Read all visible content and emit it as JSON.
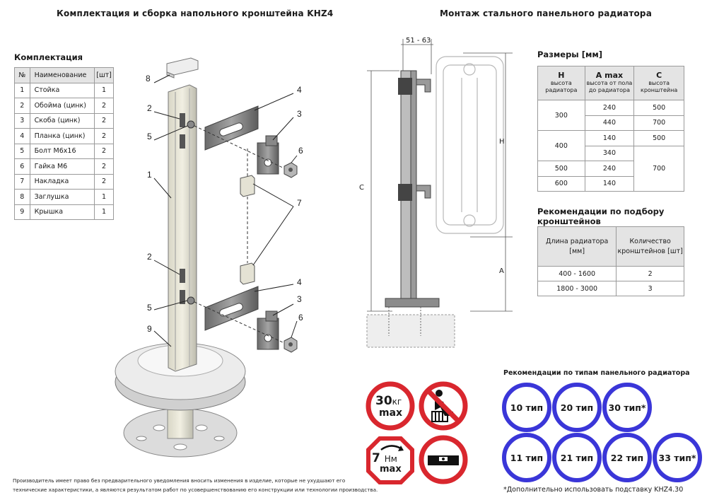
{
  "left_title": "Комплектация и сборка напольного кронштейна KHZ4",
  "right_title": "Монтаж стального панельного радиатора",
  "kit": {
    "heading": "Комплектация",
    "columns": [
      "№",
      "Наименование",
      "[шт]"
    ],
    "rows": [
      {
        "n": "1",
        "name": "Стойка",
        "qty": "1"
      },
      {
        "n": "2",
        "name": "Обойма (цинк)",
        "qty": "2"
      },
      {
        "n": "3",
        "name": "Скоба (цинк)",
        "qty": "2"
      },
      {
        "n": "4",
        "name": "Планка (цинк)",
        "qty": "2"
      },
      {
        "n": "5",
        "name": "Болт M6x16",
        "qty": "2"
      },
      {
        "n": "6",
        "name": "Гайка M6",
        "qty": "2"
      },
      {
        "n": "7",
        "name": "Накладка",
        "qty": "2"
      },
      {
        "n": "8",
        "name": "Заглушка",
        "qty": "1"
      },
      {
        "n": "9",
        "name": "Крышка",
        "qty": "1"
      }
    ]
  },
  "callouts": {
    "c8": "8",
    "c2a": "2",
    "c5a": "5",
    "c1": "1",
    "c2b": "2",
    "c5b": "5",
    "c9": "9",
    "c4a": "4",
    "c3a": "3",
    "c6a": "6",
    "c7": "7",
    "c4b": "4",
    "c3b": "3",
    "c6b": "6"
  },
  "drawing": {
    "width_label": "51 - 63",
    "label_c": "C",
    "label_h": "H",
    "label_a": "A"
  },
  "sizes": {
    "heading": "Размеры [мм]",
    "h_title": "H",
    "h_sub": "высота радиатора",
    "a_title": "A max",
    "a_sub": "высота от пола до радиатора",
    "c_title": "C",
    "c_sub": "высота кронштейна",
    "r300": "300",
    "r400": "400",
    "r500": "500",
    "r600": "600",
    "a240a": "240",
    "a440": "440",
    "a140a": "140",
    "a340": "340",
    "a240b": "240",
    "a140b": "140",
    "c500a": "500",
    "c700a": "700",
    "c500b": "500",
    "c700b": "700"
  },
  "recommend": {
    "heading": "Рекомендации по подбору кронштейнов",
    "col1": "Длина радиатора [мм]",
    "col2": "Количество кронштейнов [шт]",
    "rows": [
      {
        "length": "400 - 1600",
        "count": "2"
      },
      {
        "length": "1800 - 3000",
        "count": "3"
      }
    ]
  },
  "types": {
    "heading": "Рекомендации по типам панельного радиатора",
    "items": [
      "10 тип",
      "20 тип",
      "30 тип*",
      "11 тип",
      "21 тип",
      "22 тип",
      "33 тип*"
    ],
    "note": "*Дополнительно использовать подставку KHZ4.30"
  },
  "signs": {
    "weight_num": "30",
    "weight_unit": "кг",
    "weight_max": "max",
    "torque_num": "7",
    "torque_unit": "Нм",
    "torque_max": "max"
  },
  "footer": {
    "line1": "Производитель имеет право без предварительного уведомления вносить изменения в изделие, которые не ухудшают его",
    "line2": "технические характеристики, а являются результатом работ по усовершенствованию его конструкции или технологии производства."
  },
  "colors": {
    "sign_red": "#d9272e",
    "type_blue": "#3a36d8",
    "table_header": "#e4e4e4"
  }
}
